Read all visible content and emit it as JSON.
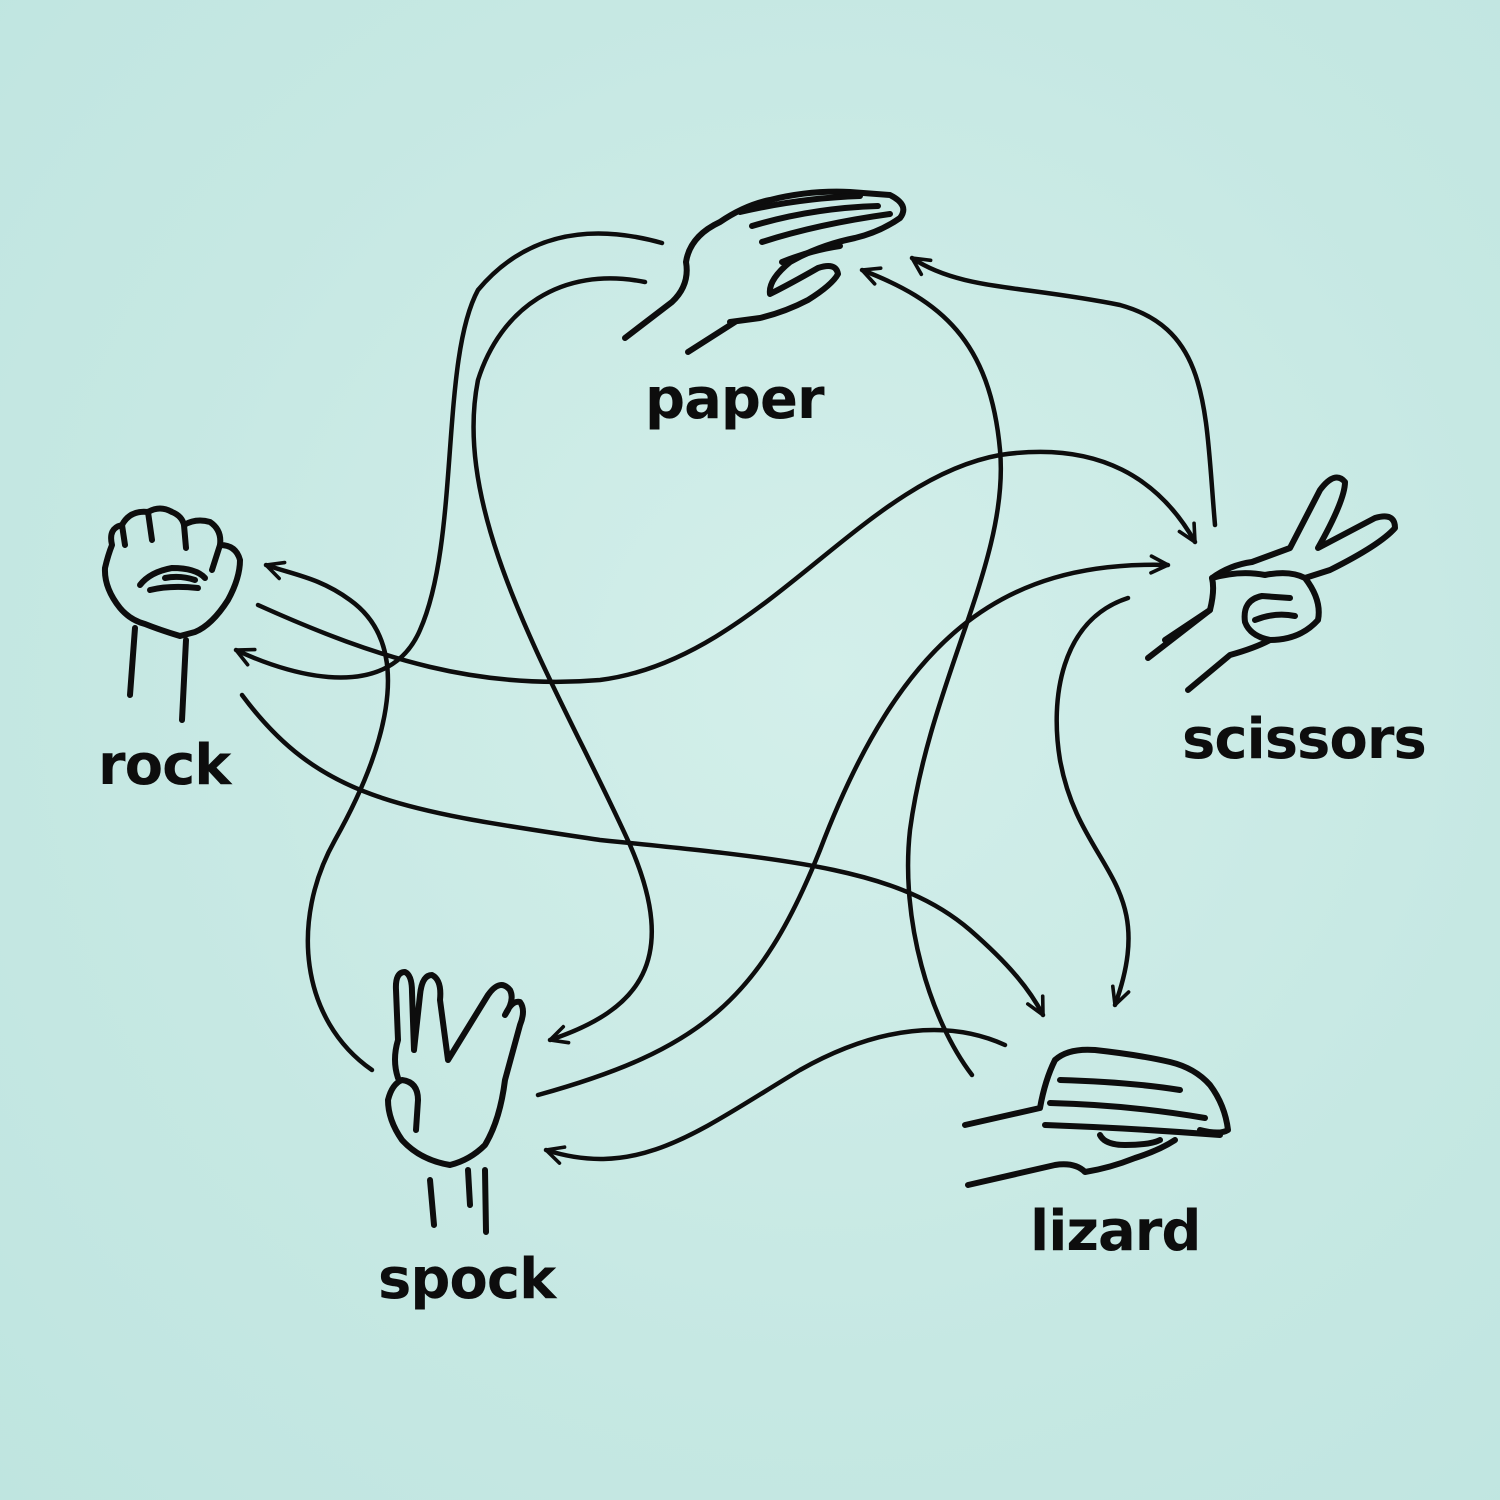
{
  "background_color": "#c9eae5",
  "ink_color": "#0d0d0d",
  "nodes": [
    {
      "id": "paper",
      "label": "paper",
      "icon": "flat-hand-icon"
    },
    {
      "id": "scissors",
      "label": "scissors",
      "icon": "scissors-hand-icon"
    },
    {
      "id": "lizard",
      "label": "lizard",
      "icon": "lizard-hand-icon"
    },
    {
      "id": "spock",
      "label": "spock",
      "icon": "vulcan-salute-hand-icon"
    },
    {
      "id": "rock",
      "label": "rock",
      "icon": "fist-icon"
    }
  ],
  "edges": [
    {
      "from": "scissors",
      "to": "paper"
    },
    {
      "from": "paper",
      "to": "rock"
    },
    {
      "from": "rock",
      "to": "lizard"
    },
    {
      "from": "lizard",
      "to": "spock"
    },
    {
      "from": "spock",
      "to": "scissors"
    },
    {
      "from": "scissors",
      "to": "lizard"
    },
    {
      "from": "lizard",
      "to": "paper"
    },
    {
      "from": "paper",
      "to": "spock"
    },
    {
      "from": "spock",
      "to": "rock"
    },
    {
      "from": "rock",
      "to": "scissors"
    }
  ]
}
